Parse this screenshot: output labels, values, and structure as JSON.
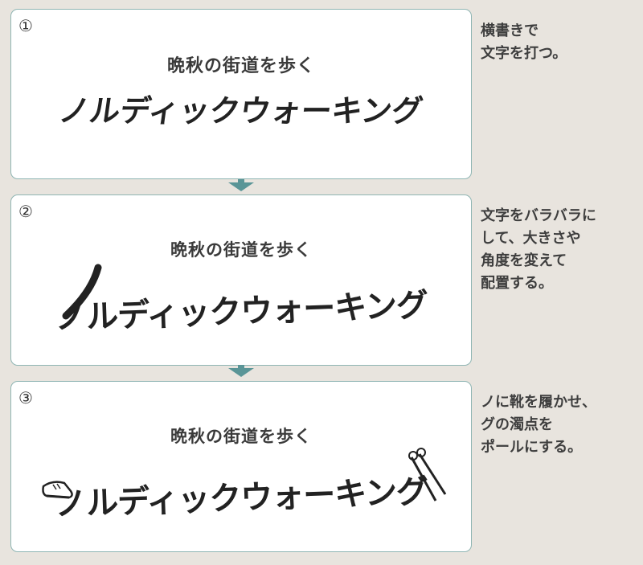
{
  "panels": [
    {
      "number": "①",
      "title": "晩秋の街道を歩く",
      "main": "ノルディックウォーキング",
      "note": "横書きで\n文字を打つ。"
    },
    {
      "number": "②",
      "title": "晩秋の街道を歩く",
      "main": "ノルディックウォーキング",
      "note": "文字をバラバラに\nして、大きさや\n角度を変えて\n配置する。"
    },
    {
      "number": "③",
      "title": "晩秋の街道を歩く",
      "main": "ノルディックウォーキング",
      "note": "ノに靴を履かせ、\nグの濁点を\nポールにする。"
    }
  ],
  "colors": {
    "background": "#e8e4de",
    "border": "#8fb5b3",
    "arrow": "#5a9597"
  }
}
